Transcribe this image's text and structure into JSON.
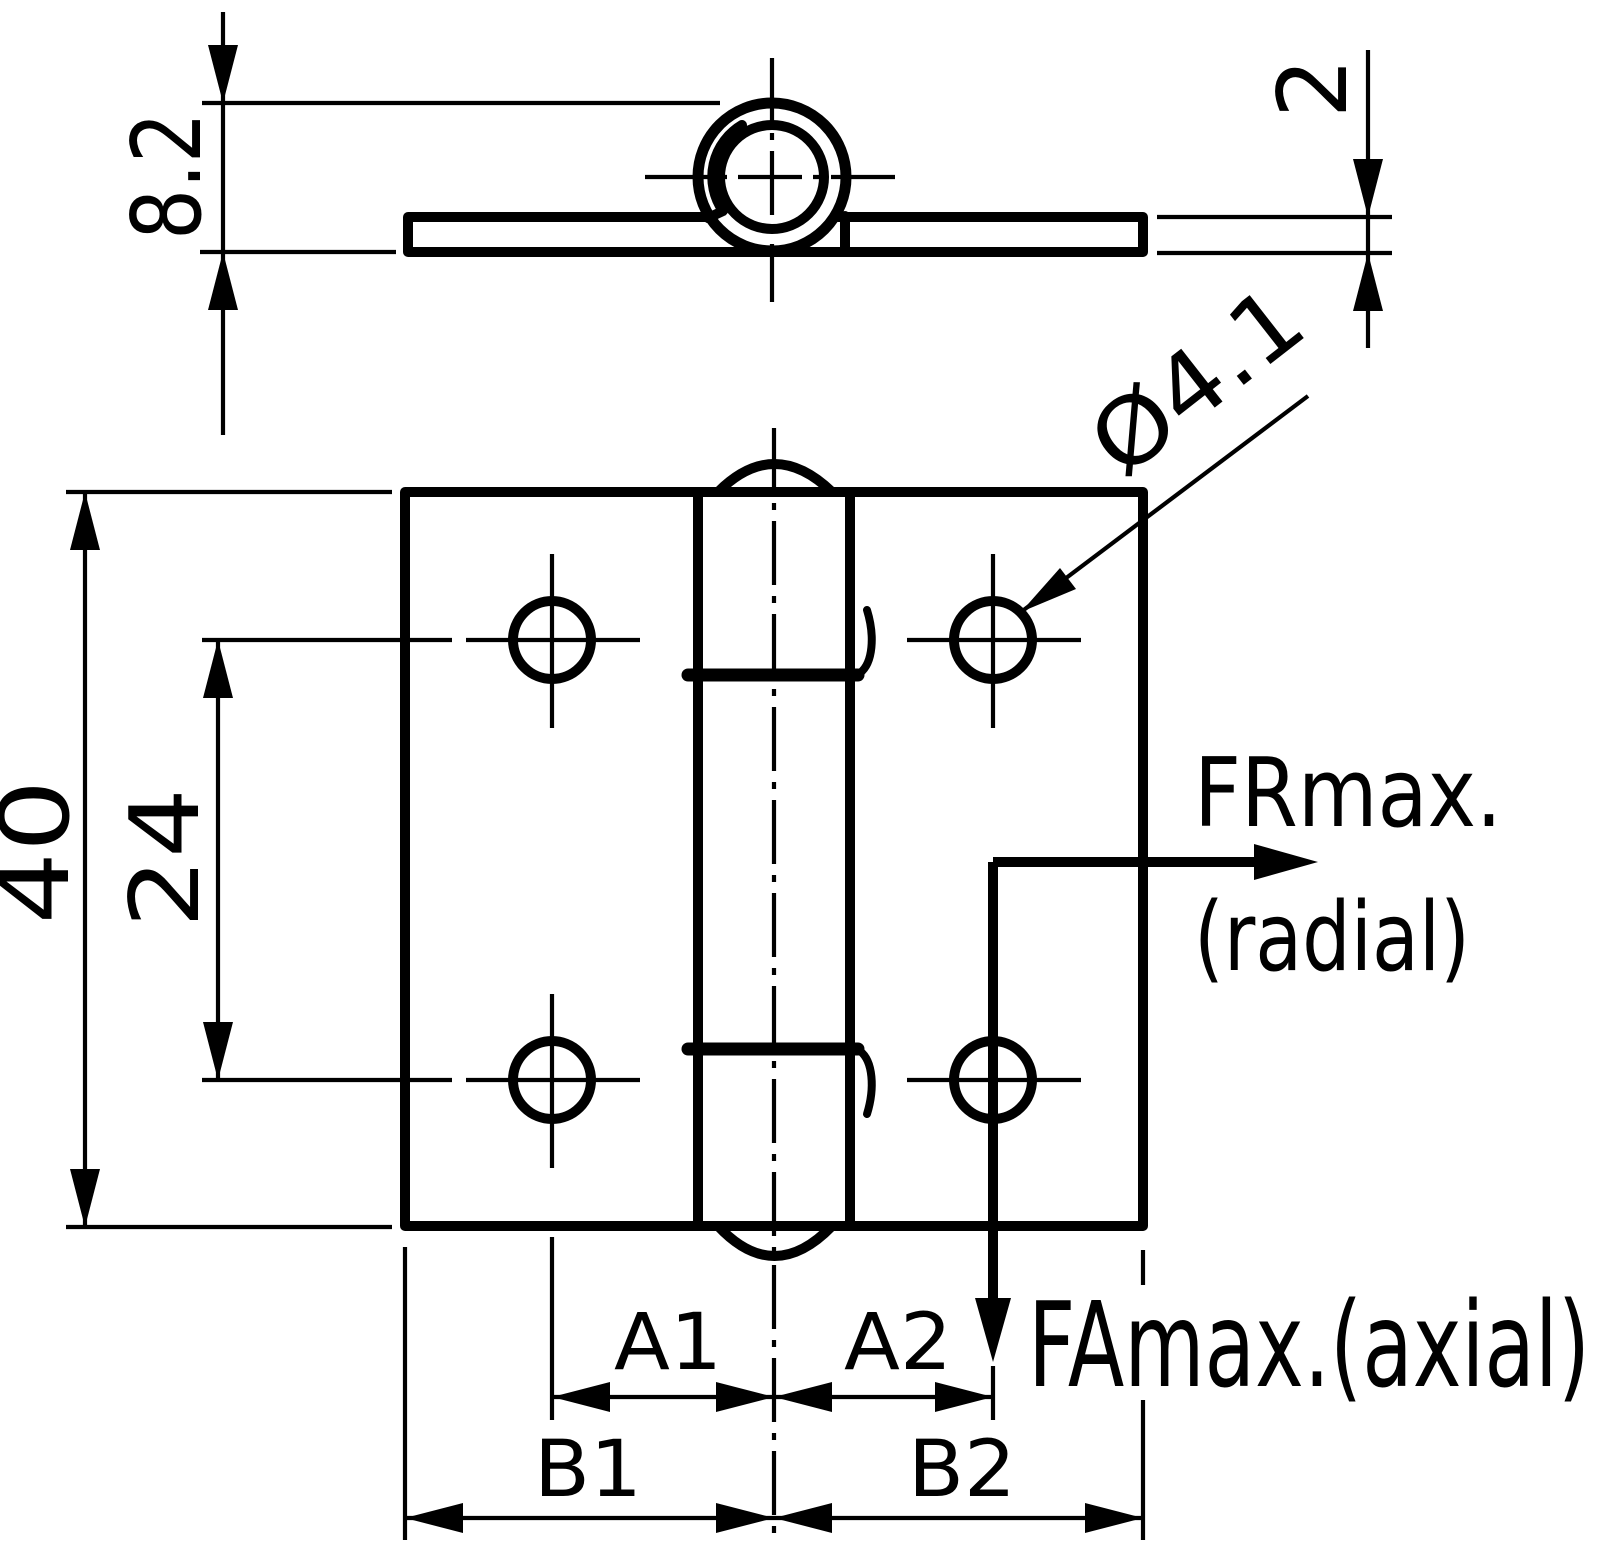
{
  "drawing": {
    "title": "hinge-dimension-drawing",
    "background_color": "#ffffff",
    "line_color": "#000000",
    "top_view": {
      "height_label": "8.2",
      "thickness_label": "2"
    },
    "front_view": {
      "width_label": "40",
      "hole_spacing_label": "24",
      "hole_diameter_label": "Ø4.1"
    },
    "forces": {
      "radial_label": "FRmax.",
      "radial_sub_label": "(radial)",
      "axial_label": "FAmax.(axial)"
    },
    "bottom_dimensions": {
      "a1": "A1",
      "a2": "A2",
      "b1": "B1",
      "b2": "B2"
    }
  }
}
